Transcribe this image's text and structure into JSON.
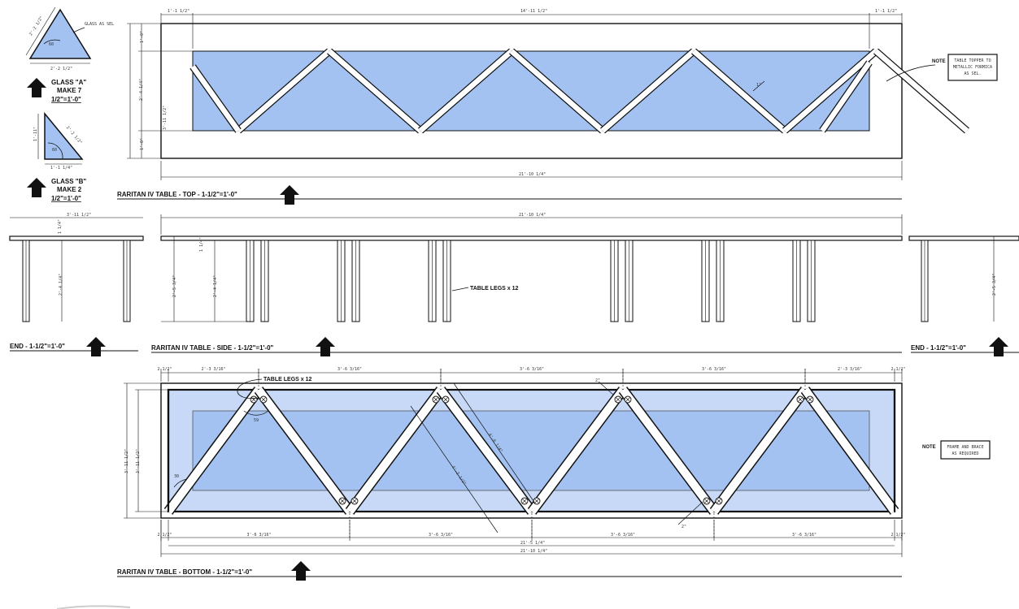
{
  "colors": {
    "glass": "#a3c2f2",
    "glass_light": "#c7d9f6",
    "line": "#111111",
    "paper": "#ffffff"
  },
  "glass_a": {
    "title": "GLASS \"A\"",
    "make": "MAKE 7",
    "scale": "1/2\"=1'-0\"",
    "note": "GLASS AS SEL",
    "dim_base": "2'-2 1/2\"",
    "dim_side": "2'-2 1/2\"",
    "angle": "60"
  },
  "glass_b": {
    "title": "GLASS \"B\"",
    "make": "MAKE 2",
    "scale": "1/2\"=1'-0\"",
    "dim_base": "1'-1 1/4\"",
    "dim_side": "1'-11\"",
    "dim_hyp": "2'-2 1/2\"",
    "angle": "60"
  },
  "top_view": {
    "title": "RARITAN IV TABLE - TOP - 1-1/2\"=1'-0\"",
    "note_word": "NOTE",
    "note_text": [
      "TABLE TOPPER TO",
      "METALLIC FORMICA",
      "AS SEL."
    ],
    "dims": {
      "left": "1'-1 1/2\"",
      "middle": "14'-11 1/2\"",
      "right": "1'-1 1/2\"",
      "overall": "21'-10 1/4\"",
      "h_total": "3'-11 1/2\"",
      "h_top": "1'-0\"",
      "h_mid": "2'-4 1/4\"",
      "h_bot": "1'-0\"",
      "bar": "1\""
    }
  },
  "end_left": {
    "title": "END - 1-1/2\"=1'-0\"",
    "dim_w": "3'-11 1/2\"",
    "dim_top": "1 1/4\"",
    "dim_h": "2'-4 1/4\""
  },
  "side_view": {
    "title": "RARITAN IV TABLE - SIDE - 1-1/2\"=1'-0\"",
    "legs_label": "TABLE LEGS x 12",
    "dim_w": "21'-10 1/4\"",
    "dim_top": "1 1/4\"",
    "dim_h": "2'-5 3/4\"",
    "dim_leg": "2'-4 1/4\""
  },
  "end_right": {
    "title": "END - 1-1/2\"=1'-0\"",
    "dim_h": "2'-5 3/4\""
  },
  "bottom_view": {
    "title": "RARITAN IV TABLE - BOTTOM - 1-1/2\"=1'-0\"",
    "legs_label": "TABLE LEGS x 12",
    "note_word": "NOTE",
    "note_text": [
      "FRAME AND BRACE",
      "AS REQUIRED"
    ],
    "top_dims": [
      "2 1/2\"",
      "2'-3 3/16\"",
      "3'-6 3/16\"",
      "3'-6 3/16\"",
      "3'-6 3/16\"",
      "2'-3 3/16\"",
      "2 1/2\""
    ],
    "bottom_dims": [
      "2 1/2\"",
      "3'-6 3/16\"",
      "3'-6 3/16\"",
      "3'-6 3/16\"",
      "3'-6 3/16\"",
      "2 1/2\""
    ],
    "overall_inner": "21'-5 1/4\"",
    "overall": "21'-10 1/4\"",
    "h_total": "3'-11 1/2\"",
    "h_inner": "3'-11 1/2\"",
    "diag_a": "4'-3 1/2\"",
    "diag_b": "4'-6 1/4\"",
    "angle_a": "30",
    "angle_b": "59",
    "small": "2\""
  }
}
